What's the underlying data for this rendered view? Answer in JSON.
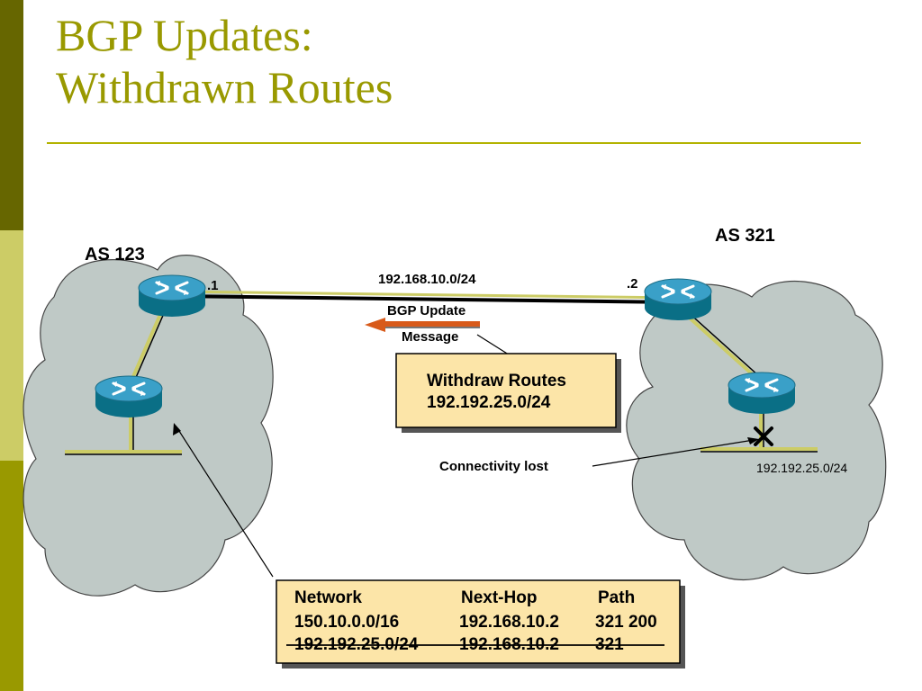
{
  "slide": {
    "title_line1": "BGP Updates:",
    "title_line2": "Withdrawn Routes",
    "accent_color": "#999900"
  },
  "as_left": {
    "label": "AS 123",
    "interface": ".1"
  },
  "as_right": {
    "label": "AS 321",
    "interface": ".2"
  },
  "link": {
    "subnet": "192.168.10.0/24"
  },
  "update": {
    "line1": "BGP Update",
    "line2": "Message"
  },
  "withdraw_box": {
    "line1": "Withdraw Routes",
    "line2": "192.192.25.0/24"
  },
  "connectivity": {
    "label": "Connectivity lost"
  },
  "lost_network": {
    "label": "192.192.25.0/24"
  },
  "routing_table": {
    "headers": [
      "Network",
      "Next-Hop",
      "Path"
    ],
    "rows": [
      {
        "network": "150.10.0.0/16",
        "next_hop": "192.168.10.2",
        "path": "321 200",
        "withdrawn": false
      },
      {
        "network": "192.192.25.0/24",
        "next_hop": "192.168.10.2",
        "path": "321",
        "withdrawn": true
      }
    ]
  },
  "icons": [
    "router-icon",
    "cloud-icon",
    "arrow-icon",
    "failure-x-icon"
  ]
}
